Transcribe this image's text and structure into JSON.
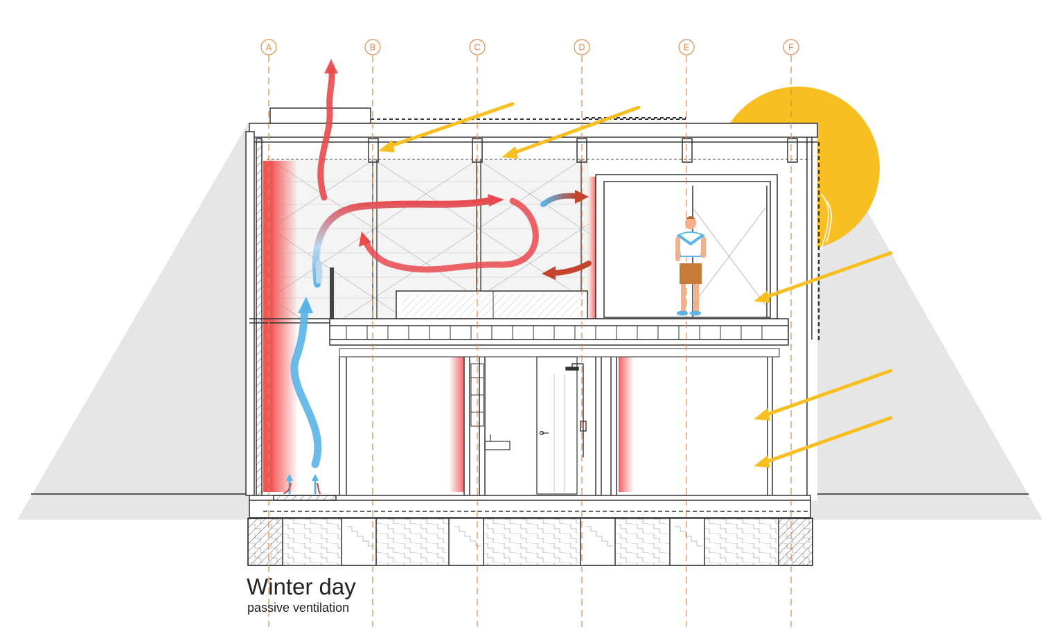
{
  "caption": {
    "title": "Winter day",
    "subtitle": "passive ventilation"
  },
  "grid_axes": [
    "A",
    "B",
    "C",
    "D",
    "E",
    "F"
  ],
  "colors": {
    "grid": "#e08a4c",
    "sun": "#f7bf22",
    "sun_ray": "#f7bf22",
    "warm_air": "#e8494c",
    "warm_air_dark": "#c4442e",
    "cool_air": "#5bb4e8",
    "heated_wall": "#f26b6b",
    "shade": "#e6e6e6",
    "structure": "#333333"
  },
  "icons": {
    "sun": "sun-icon",
    "person": "person-icon",
    "shower": "shower-icon"
  }
}
